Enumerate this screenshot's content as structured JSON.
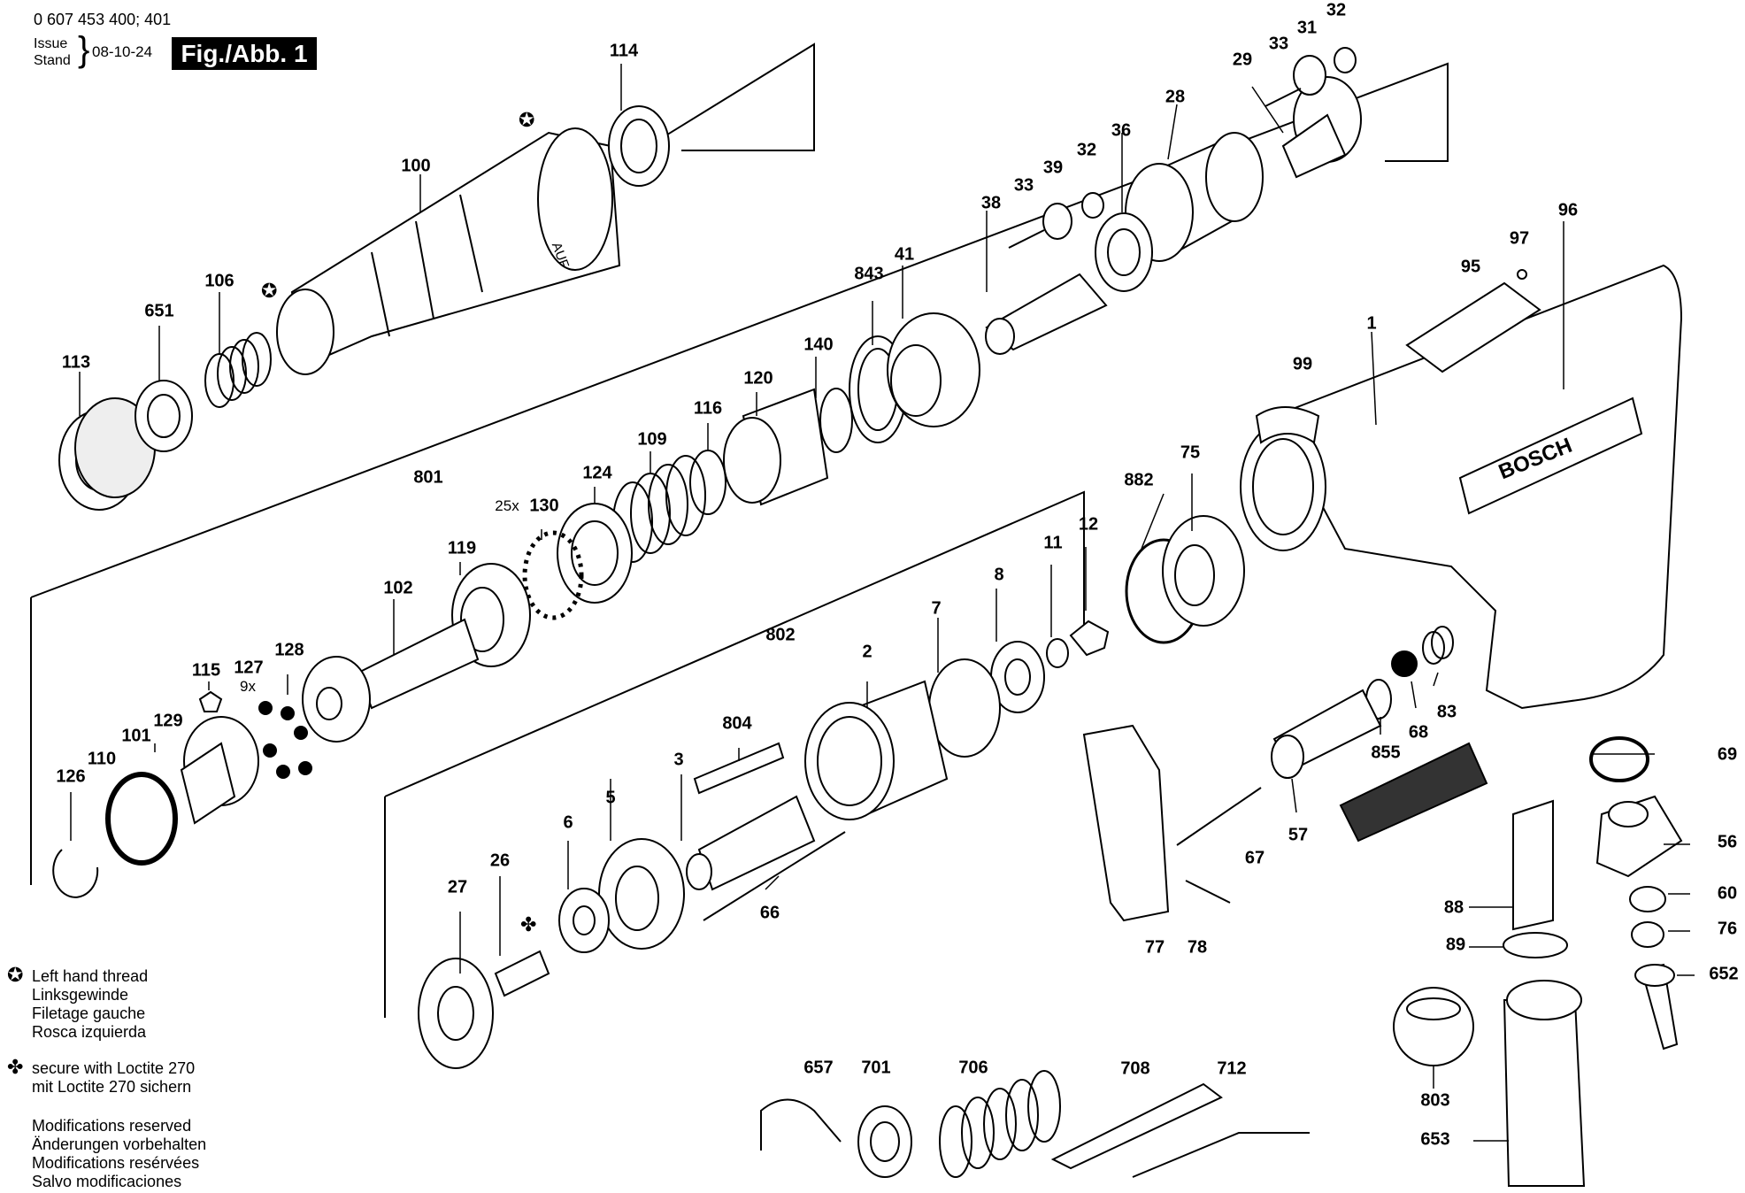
{
  "header": {
    "doc_number": "0 607 453 400; 401",
    "issue_label": "Issue",
    "stand_label": "Stand",
    "issue_date": "08-10-24",
    "figure_tag": "Fig./Abb. 1"
  },
  "brand_on_housing": "BOSCH",
  "scale_marking": "AUF",
  "legend": {
    "left_thread_symbol": "star-in-circle-icon",
    "left_thread": [
      "Left hand thread",
      "Linksgewinde",
      "Filetage gauche",
      "Rosca izquierda"
    ],
    "loctite_symbol": "four-leaf-icon",
    "loctite": [
      "secure with Loctite 270",
      "mit Loctite 270 sichern"
    ],
    "modifications": [
      "Modifications reserved",
      "Änderungen vorbehalten",
      "Modifications resérvées",
      "Salvo modificaciones"
    ]
  },
  "callouts": [
    {
      "label": "114"
    },
    {
      "label": "100"
    },
    {
      "label": "106"
    },
    {
      "label": "651"
    },
    {
      "label": "113"
    },
    {
      "label": "32"
    },
    {
      "label": "31"
    },
    {
      "label": "33"
    },
    {
      "label": "29"
    },
    {
      "label": "28"
    },
    {
      "label": "36"
    },
    {
      "label": "32"
    },
    {
      "label": "39"
    },
    {
      "label": "33"
    },
    {
      "label": "38"
    },
    {
      "label": "843"
    },
    {
      "label": "41"
    },
    {
      "label": "140"
    },
    {
      "label": "120"
    },
    {
      "label": "116"
    },
    {
      "label": "109"
    },
    {
      "label": "124"
    },
    {
      "label": "130"
    },
    {
      "label": "801"
    },
    {
      "label": "119"
    },
    {
      "label": "102"
    },
    {
      "label": "128"
    },
    {
      "label": "127"
    },
    {
      "label": "115"
    },
    {
      "label": "129"
    },
    {
      "label": "101"
    },
    {
      "label": "110"
    },
    {
      "label": "126"
    },
    {
      "label": "96"
    },
    {
      "label": "97"
    },
    {
      "label": "95"
    },
    {
      "label": "1"
    },
    {
      "label": "99"
    },
    {
      "label": "882"
    },
    {
      "label": "75"
    },
    {
      "label": "12"
    },
    {
      "label": "11"
    },
    {
      "label": "8"
    },
    {
      "label": "7"
    },
    {
      "label": "802"
    },
    {
      "label": "2"
    },
    {
      "label": "804"
    },
    {
      "label": "3"
    },
    {
      "label": "5"
    },
    {
      "label": "6"
    },
    {
      "label": "66"
    },
    {
      "label": "27"
    },
    {
      "label": "26"
    },
    {
      "label": "83"
    },
    {
      "label": "68"
    },
    {
      "label": "855"
    },
    {
      "label": "57"
    },
    {
      "label": "67"
    },
    {
      "label": "77"
    },
    {
      "label": "78"
    },
    {
      "label": "69"
    },
    {
      "label": "56"
    },
    {
      "label": "60"
    },
    {
      "label": "76"
    },
    {
      "label": "652"
    },
    {
      "label": "88"
    },
    {
      "label": "89"
    },
    {
      "label": "803"
    },
    {
      "label": "653"
    },
    {
      "label": "657"
    },
    {
      "label": "701"
    },
    {
      "label": "706"
    },
    {
      "label": "708"
    },
    {
      "label": "712"
    }
  ],
  "multipliers": [
    {
      "label": "25x"
    },
    {
      "label": "9x"
    }
  ]
}
